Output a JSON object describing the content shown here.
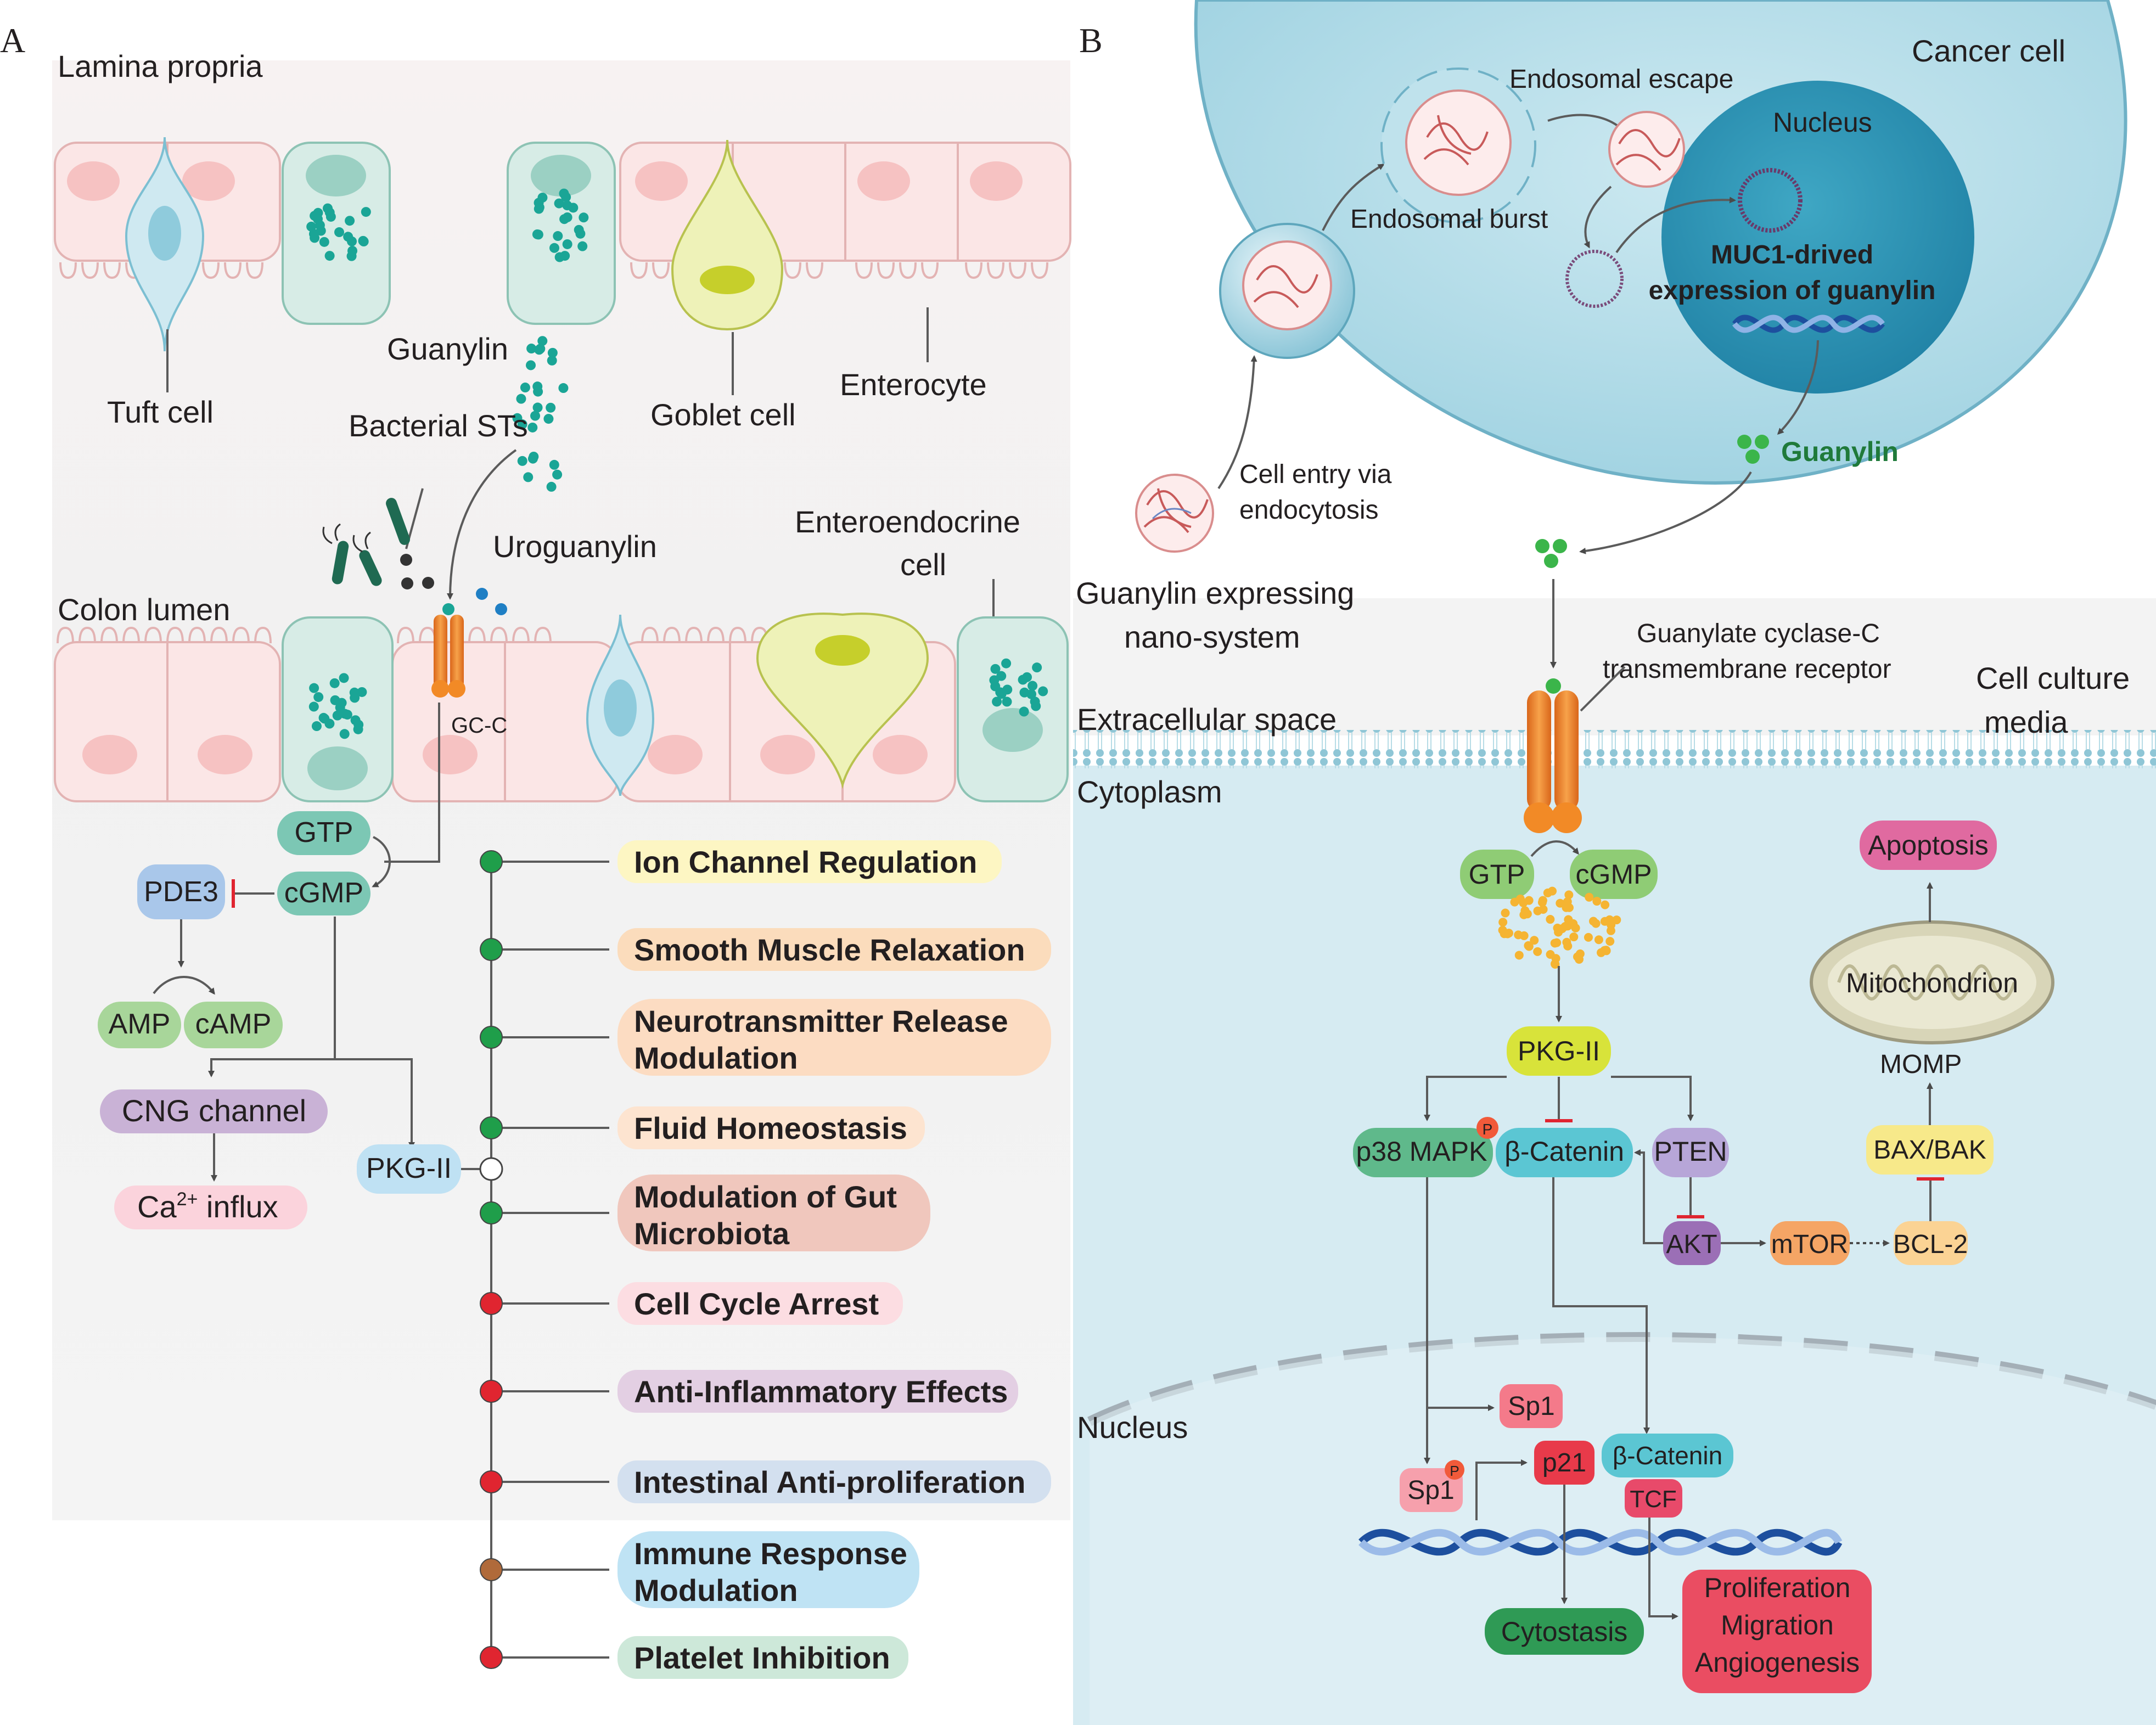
{
  "panel_a": {
    "label": "A",
    "lamina_propria": "Lamina propria",
    "tuft_cell": "Tuft cell",
    "goblet_cell": "Goblet cell",
    "enterocyte": "Enterocyte",
    "guanylin": "Guanylin",
    "bacterial_sts": "Bacterial STs",
    "uroguanylin": "Uroguanylin",
    "enteroendocrine_cell": "Enteroendocrine cell",
    "colon_lumen": "Colon lumen",
    "gc_c": "GC-C",
    "gtp": "GTP",
    "cgmp": "cGMP",
    "pde3": "PDE3",
    "amp": "AMP",
    "camp": "cAMP",
    "cng_channel": "CNG channel",
    "ca_influx_prefix": "Ca",
    "ca_influx_sup": "2+",
    "ca_influx_suffix": " influx",
    "pkg_ii": "PKG-II",
    "effects": [
      {
        "line1": "Ion Channel Regulation",
        "line2": "",
        "fill": "#fdf6c3"
      },
      {
        "line1": "Smooth Muscle Relaxation",
        "line2": "",
        "fill": "#fbdcbc"
      },
      {
        "line1": "Neurotransmitter Release",
        "line2": "Modulation",
        "fill": "#fcdcc2"
      },
      {
        "line1": "Fluid Homeostasis",
        "line2": "",
        "fill": "#fde4d0"
      },
      {
        "line1": "Modulation of Gut",
        "line2": "Microbiota",
        "fill": "#f0c7bd"
      },
      {
        "line1": "Cell Cycle Arrest",
        "line2": "",
        "fill": "#fcdde2"
      },
      {
        "line1": "Anti-Inflammatory Effects",
        "line2": "",
        "fill": "#e3cfe3"
      },
      {
        "line1": "Intestinal Anti-proliferation",
        "line2": "",
        "fill": "#d3e0ef"
      },
      {
        "line1": "Immune Response",
        "line2": "Modulation",
        "fill": "#bfe3f4"
      },
      {
        "line1": "Platelet Inhibition",
        "line2": "",
        "fill": "#cde8d9"
      }
    ],
    "dot_colors": [
      "#1f9e4a",
      "#1f9e4a",
      "#1f9e4a",
      "#1f9e4a",
      "#ffffff",
      "#1f9e4a",
      "#e02530",
      "#e02530",
      "#e02530",
      "#b06a3a",
      "#e02530"
    ]
  },
  "panel_b": {
    "label": "B",
    "cancer_cell": "Cancer cell",
    "endosomal_escape": "Endosomal escape",
    "nucleus_top": "Nucleus",
    "endosomal_burst": "Endosomal burst",
    "muc1_line1": "MUC1-drived",
    "muc1_line2": "expression of guanylin",
    "guanylin": "Guanylin",
    "cell_entry_line1": "Cell entry via",
    "cell_entry_line2": "endocytosis",
    "nano_line1": "Guanylin expressing",
    "nano_line2": "nano-system",
    "gcc_line1": "Guanylate cyclase-C",
    "gcc_line2": "transmembrane receptor",
    "media_line1": "Cell culture",
    "media_line2": "media",
    "extracellular": "Extracellular space",
    "cytoplasm": "Cytoplasm",
    "gtp": "GTP",
    "cgmp": "cGMP",
    "apoptosis": "Apoptosis",
    "mitochondrion": "Mitochondrion",
    "momp": "MOMP",
    "pkg_ii": "PKG-II",
    "p38": "p38 MAPK",
    "p_mark": "P",
    "beta_catenin": "β-Catenin",
    "pten": "PTEN",
    "bax_bak": "BAX/BAK",
    "akt": "AKT",
    "mtor": "mTOR",
    "bcl2": "BCL-2",
    "nucleus_bottom": "Nucleus",
    "sp1": "Sp1",
    "p21": "p21",
    "beta_catenin_nuc": "β-Catenin",
    "tcf": "TCF",
    "cytostasis": "Cytostasis",
    "outcomes": [
      "Proliferation",
      "Migration",
      "Angiogenesis"
    ]
  },
  "colors": {
    "teal": "#1aa596",
    "orange": "#f28a26",
    "green_dot": "#3bb54a",
    "red": "#e02530",
    "membrane": "#8fc6d6"
  }
}
